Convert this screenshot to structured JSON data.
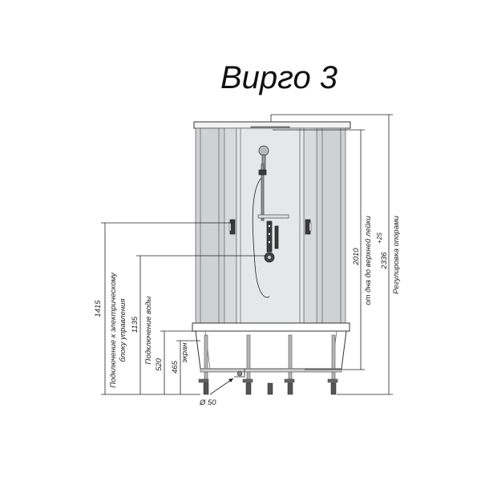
{
  "title": "Вирго 3",
  "dimensions": {
    "d1415": "1415",
    "d1135": "1135",
    "d520": "520",
    "d465": "465",
    "d2010": "2010",
    "d2336": "2336",
    "d2336_tol": "+25",
    "d50": "Ø 50"
  },
  "labels": {
    "electric_line1": "Подключение к электрическому",
    "electric_line2": "блоку управления",
    "water": "Подключение воды",
    "screen": "экран",
    "shower_height": "от дна до верхней лейки",
    "supports": "Регулировка опорами"
  }
}
